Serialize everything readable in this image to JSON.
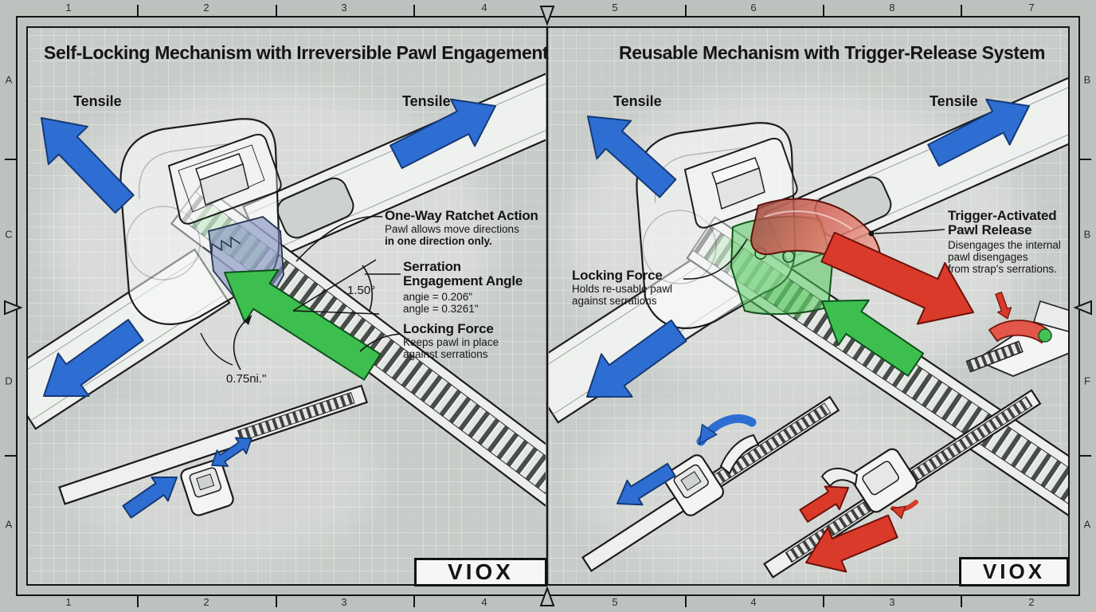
{
  "sheet": {
    "type": "technical-blueprint",
    "rulers": {
      "top": [
        "1",
        "2",
        "3",
        "4",
        "5",
        "6",
        "8",
        "7"
      ],
      "bottom": [
        "1",
        "2",
        "3",
        "4",
        "5",
        "4",
        "3",
        "2"
      ],
      "left": [
        "A",
        "C",
        "D",
        "A"
      ],
      "right": [
        "B",
        "B",
        "F",
        "A"
      ]
    }
  },
  "left_panel": {
    "title": "Self-Locking Mechanism with Irreversible Pawl Engagement",
    "tensile_left": "Tensile",
    "tensile_right": "Tensile",
    "ratchet": {
      "title": "One-Way Ratchet Action",
      "line1": "Pawl allows move directions",
      "line2": "in one direction only."
    },
    "serration": {
      "title1": "Serration",
      "title2": "Engagement Angle",
      "line1": "angie = 0.206\"",
      "line2": "angle = 0.3261\""
    },
    "locking": {
      "title": "Locking Force",
      "line1": "Keeps pawl in place",
      "line2": "against serrations"
    },
    "angle_label": "1.50°",
    "offset_label": "0.75ni.\"",
    "logo": "VIOX"
  },
  "right_panel": {
    "title": "Reusable Mechanism with Trigger-Release System",
    "tensile_left": "Tensile",
    "tensile_right": "Tensile",
    "locking": {
      "title": "Locking Force",
      "line1": "Holds re-usable pawl",
      "line2": "against serrations"
    },
    "trigger": {
      "title1": "Trigger-Activated",
      "title2": "Pawl Release",
      "line1": "Disengages the internal",
      "line2": "pawl disengages",
      "line3": "from strap's serrations."
    },
    "logo": "VIOX"
  },
  "colors": {
    "tensile_blue": "#2e6ed3",
    "lock_green": "#3cbf4e",
    "release_red": "#da3a2a",
    "sheet_gray": "#c8ccc8",
    "line_black": "#161616"
  }
}
